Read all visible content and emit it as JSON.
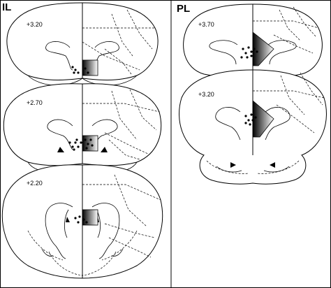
{
  "panels": [
    {
      "label": "IL",
      "sections": [
        {
          "coord": "+3.20"
        },
        {
          "coord": "+2.70"
        },
        {
          "coord": "+2.20"
        }
      ]
    },
    {
      "label": "PL",
      "sections": [
        {
          "coord": "+3.70"
        },
        {
          "coord": "+3.20"
        }
      ]
    }
  ],
  "colors": {
    "line": "#000000",
    "background": "#ffffff",
    "gradient_dark": "#000000",
    "gradient_light": "#ffffff"
  }
}
